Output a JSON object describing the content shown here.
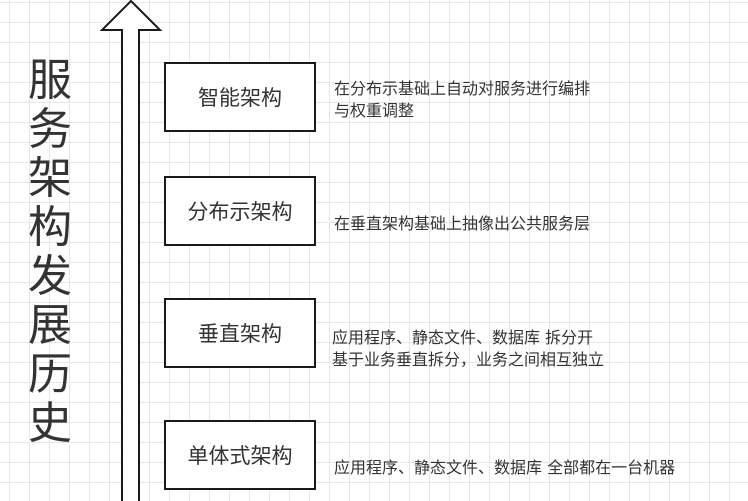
{
  "title_chars": [
    "服",
    "务",
    "架",
    "构",
    "发",
    "展",
    "历",
    "史"
  ],
  "stages": [
    {
      "name": "智能架构",
      "desc_lines": [
        "在分布示基础上自动对服务进行编排",
        "与权重调整"
      ]
    },
    {
      "name": "分布示架构",
      "desc_lines": [
        "在垂直架构基础上抽像出公共服务层"
      ]
    },
    {
      "name": "垂直架构",
      "desc_lines": [
        "应用程序、静态文件、数据库 拆分开",
        "基于业务垂直拆分，业务之间相互独立"
      ]
    },
    {
      "name": "单体式架构",
      "desc_lines": [
        "应用程序、静态文件、数据库 全部都在一台机器"
      ]
    }
  ],
  "colors": {
    "line": "#1a1a1a",
    "text": "#333333",
    "grid": "#e6e6e6"
  }
}
